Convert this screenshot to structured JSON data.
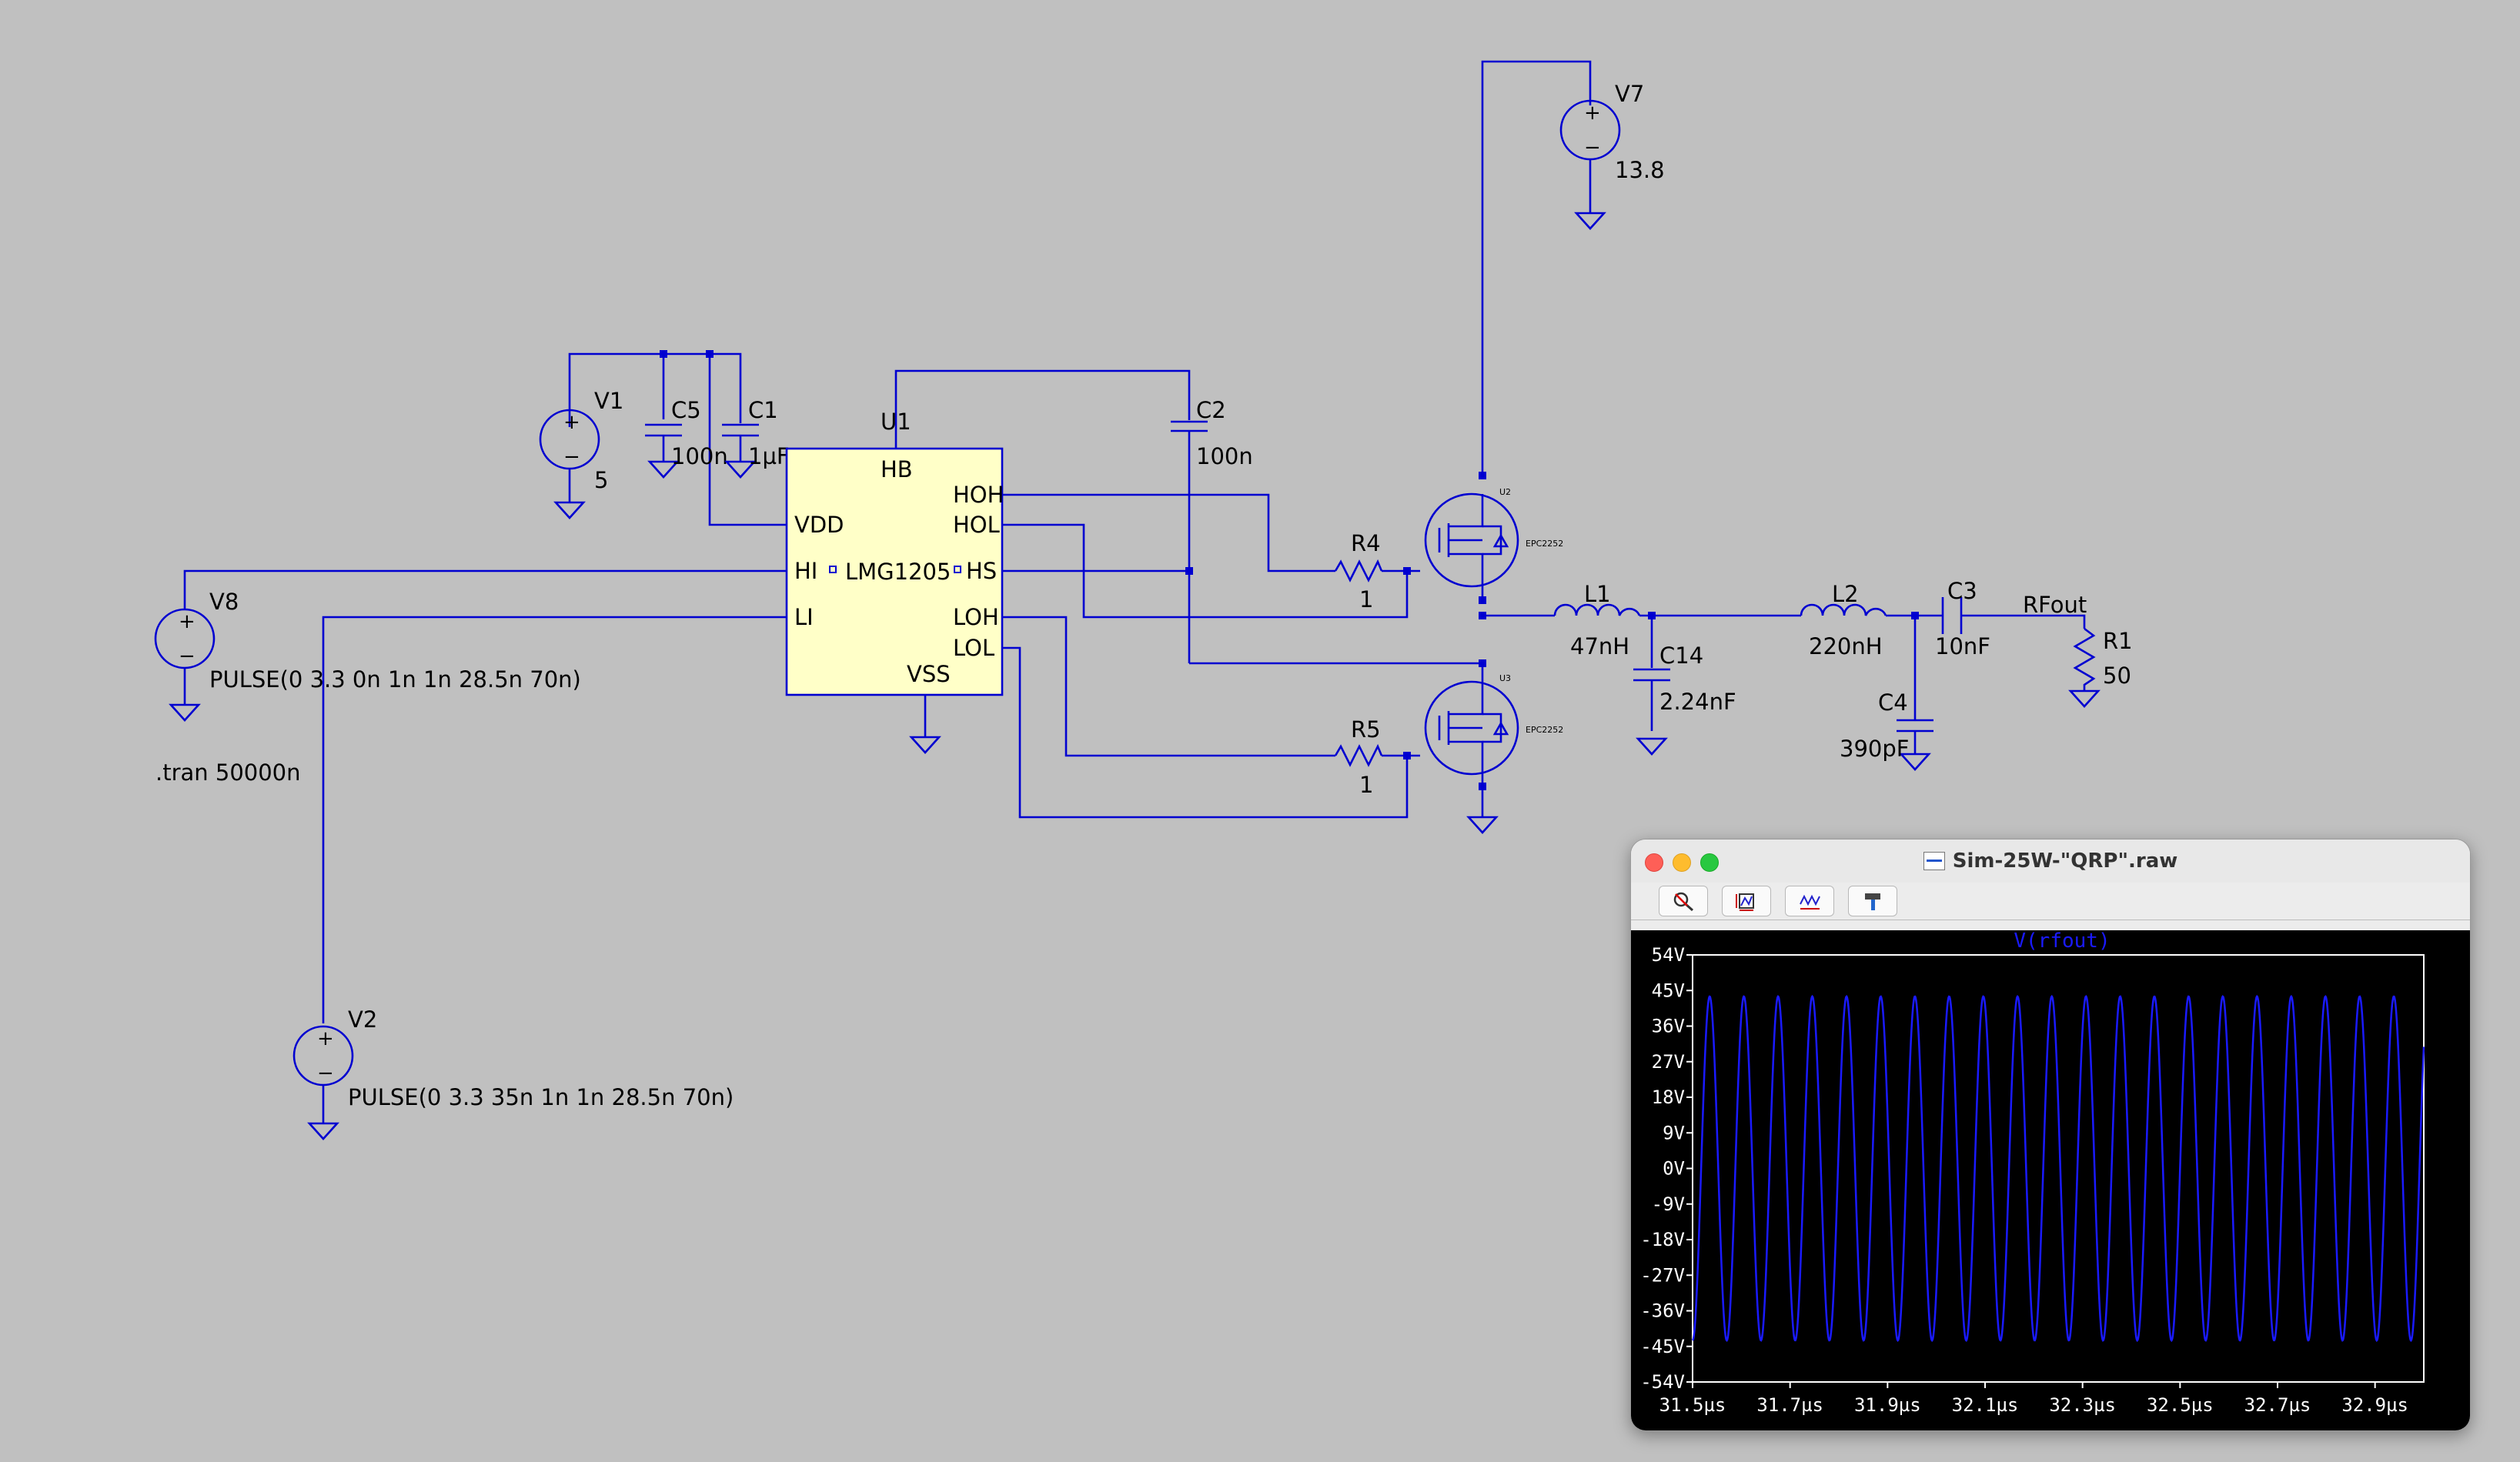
{
  "schematic": {
    "v7": {
      "name": "V7",
      "value": "13.8"
    },
    "v1": {
      "name": "V1",
      "value": "5"
    },
    "c5": {
      "name": "C5",
      "value": "100n"
    },
    "c1": {
      "name": "C1",
      "value": "1µF"
    },
    "c2": {
      "name": "C2",
      "value": "100n"
    },
    "u1": {
      "name": "U1",
      "part": "LMG1205",
      "pins": {
        "hb": "HB",
        "vdd": "VDD",
        "hi": "HI",
        "li": "LI",
        "vss": "VSS",
        "hoh": "HOH",
        "hol": "HOL",
        "hs": "HS",
        "loh": "LOH",
        "lol": "LOL"
      }
    },
    "v8": {
      "name": "V8",
      "value": "PULSE(0 3.3 0n 1n 1n 28.5n 70n)"
    },
    "v2": {
      "name": "V2",
      "value": "PULSE(0 3.3 35n 1n 1n 28.5n 70n)"
    },
    "tran": ".tran 50000n",
    "r4": {
      "name": "R4",
      "value": "1"
    },
    "r5": {
      "name": "R5",
      "value": "1"
    },
    "u2": {
      "name": "U2",
      "part": "EPC2252"
    },
    "u3": {
      "name": "U3",
      "part": "EPC2252"
    },
    "l1": {
      "name": "L1",
      "value": "47nH"
    },
    "c14": {
      "name": "C14",
      "value": "2.24nF"
    },
    "l2": {
      "name": "L2",
      "value": "220nH"
    },
    "c3": {
      "name": "C3",
      "value": "10nF"
    },
    "c4": {
      "name": "C4",
      "value": "390pF"
    },
    "rfout": "RFout",
    "r1": {
      "name": "R1",
      "value": "50"
    }
  },
  "plot_window": {
    "title": "Sim-25W-\"QRP\".raw",
    "toolbar_icons": [
      "zoom-area-icon",
      "autorange-icon",
      "waveform-icon",
      "hammer-icon"
    ],
    "trace_label": "V(rfout)",
    "colors": {
      "background": "#000000",
      "trace": "#1a1aff",
      "axes": "#ffffff"
    }
  },
  "chart_data": {
    "type": "line",
    "title": "V(rfout)",
    "xlabel": "",
    "ylabel": "",
    "y_ticks": [
      "54V",
      "45V",
      "36V",
      "27V",
      "18V",
      "9V",
      "0V",
      "-9V",
      "-18V",
      "-27V",
      "-36V",
      "-45V",
      "-54V"
    ],
    "x_ticks": [
      "31.5µs",
      "31.7µs",
      "31.9µs",
      "32.1µs",
      "32.3µs",
      "32.5µs",
      "32.7µs",
      "32.9µs"
    ],
    "xlim_us": [
      31.5,
      33.0
    ],
    "ylim_v": [
      -54,
      54
    ],
    "series": [
      {
        "waveform": "sine",
        "amplitude_v": 43.5,
        "frequency_mhz": 14.25,
        "x_start_us": 31.5,
        "x_end_us": 33.0
      }
    ],
    "grid": false
  }
}
